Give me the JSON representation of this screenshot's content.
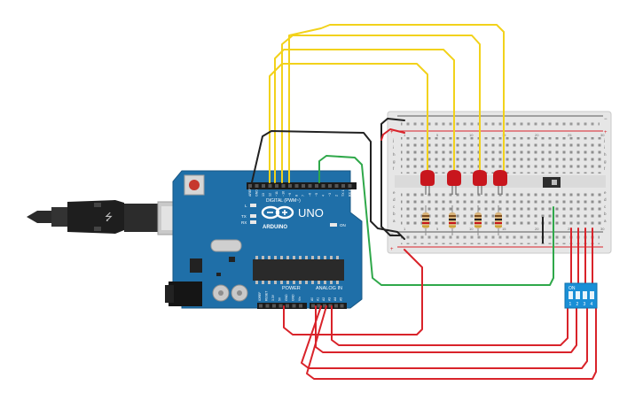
{
  "board": {
    "brand": "ARDUINO",
    "model": "UNO",
    "digital_label": "DIGITAL (PWM~)",
    "power_label": "POWER",
    "analog_label": "ANALOG IN",
    "on_label": "ON",
    "led_l": "L",
    "led_tx": "TX",
    "led_rx": "RX",
    "header_top_pins": [
      "AREF",
      "GND",
      "13",
      "12",
      "~11",
      "~10",
      "~9",
      "8",
      "7",
      "~6",
      "~5",
      "4",
      "~3",
      "2",
      "TX 1",
      "RX 0"
    ],
    "power_pins": [
      "IOREF",
      "RESET",
      "3.3V",
      "5V",
      "GND",
      "GND",
      "Vin"
    ],
    "analog_pins": [
      "A0",
      "A1",
      "A2",
      "A3",
      "A4",
      "A5"
    ]
  },
  "breadboard": {
    "row_letters_top": [
      "j",
      "i",
      "h",
      "g",
      "f"
    ],
    "row_letters_bottom": [
      "e",
      "d",
      "c",
      "b",
      "a"
    ],
    "column_numbers": [
      "1",
      "5",
      "10",
      "15",
      "20",
      "25",
      "30"
    ]
  },
  "dip_switch": {
    "on_label": "ON",
    "numbers": [
      "1",
      "2",
      "3",
      "4"
    ]
  },
  "colors": {
    "wire_yellow": "#f2d21b",
    "wire_red": "#d9232a",
    "wire_black": "#222222",
    "wire_green": "#2fa84a",
    "board_blue": "#1f6fa8",
    "led_red": "#c8161d",
    "dip_blue": "#1a8fd6",
    "breadboard": "#e6e6e6"
  }
}
